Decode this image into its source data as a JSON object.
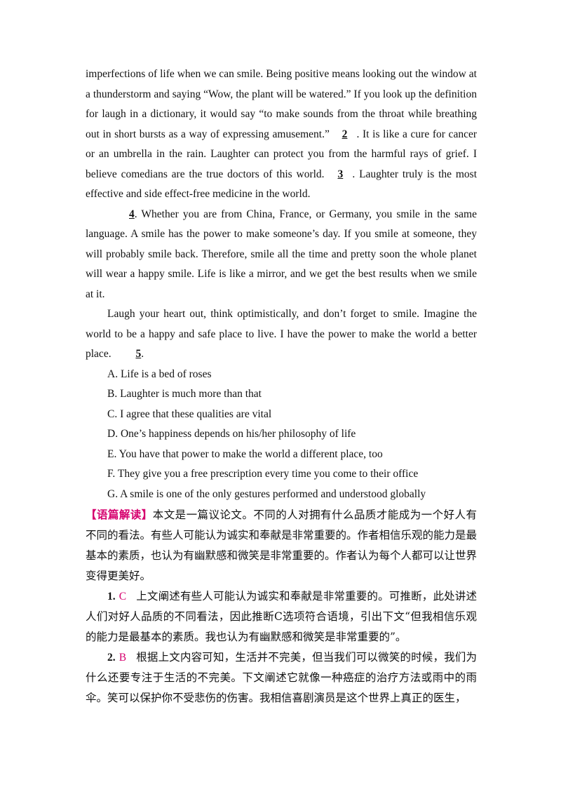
{
  "passage": {
    "p1": {
      "seg1": "imperfections of life when we can smile. Being positive means looking out the window at a thunderstorm and saying “Wow, the plant will be watered.” If you look up the definition for laugh in a dictionary, it would say “to make sounds from the throat while breathing out in short bursts as a way of expressing amusement.” ",
      "blank2": "2",
      "seg2": ". It is like a cure for cancer or an umbrella in the rain. Laughter can protect you from the harmful rays of grief. I believe comedians are the true doctors of this world. ",
      "blank3": "3",
      "seg3": ". Laughter truly is the most effective and side effect-free medicine in the world."
    },
    "p2": {
      "blank4": "4",
      "seg1": ". Whether you are from China, France, or Germany, you smile in the same language. A smile has the power to make someone’s day. If you smile at someone, they will probably smile back. Therefore, smile all the time and pretty soon the whole planet will wear a happy smile. Life is like a mirror, and we get the best results when we smile at it."
    },
    "p3": {
      "seg1": "Laugh your heart out, think optimistically, and don’t forget to smile. Imagine the world to be a happy and safe place to live. I have the power to make the world a better place. ",
      "blank5": "5",
      "seg2": "."
    }
  },
  "options": [
    "A. Life is a bed of roses",
    "B. Laughter is much more than that",
    "C. I agree that these qualities are vital",
    "D. One’s happiness depends on his/her philosophy of life",
    "E. You have that power to make the world a different place, too",
    "F. They give you a free prescription every time you come to their office",
    "G. A smile is one of the only gestures performed and understood globally"
  ],
  "analysis": {
    "tag": "【语篇解读】",
    "text": "本文是一篇议论文。不同的人对拥有什么品质才能成为一个好人有不同的看法。有些人可能认为诚实和奉献是非常重要的。作者相信乐观的能力是最基本的素质，也认为有幽默感和微笑是非常重要的。作者认为每个人都可以让世界变得更美好。"
  },
  "answers": [
    {
      "num": "1.",
      "letter": "C",
      "text": "上文阐述有些人可能认为诚实和奉献是非常重要的。可推断，此处讲述人们对好人品质的不同看法，因此推断C选项符合语境，引出下文“但我相信乐观的能力是最基本的素质。我也认为有幽默感和微笑是非常重要的”。"
    },
    {
      "num": "2.",
      "letter": "B",
      "text": "根据上文内容可知，生活并不完美，但当我们可以微笑的时候，我们为什么还要专注于生活的不完美。下文阐述它就像一种癌症的治疗方法或雨中的雨伞。笑可以保护你不受悲伤的伤害。我相信喜剧演员是这个世界上真正的医生，"
    }
  ]
}
